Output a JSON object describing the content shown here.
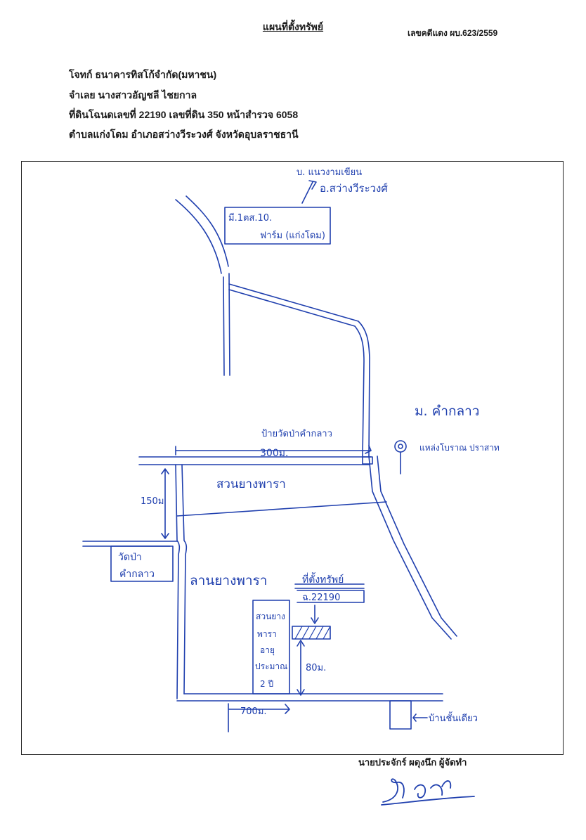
{
  "document": {
    "title": "แผนที่ตั้งทรัพย์",
    "case_number": "เลขคดีแดง ผบ.623/2559",
    "plaintiff": "โจทก์ ธนาคารทิสโก้จำกัด(มหาชน)",
    "defendant": "จำเลย  นางสาวอัญชลี ไชยกาล",
    "land": "ที่ดินโฉนดเลขที่ 22190 เลขที่ดิน 350 หน้าสำรวจ 6058",
    "location": "ตำบลแก่งโดม  อำเภอสว่างวีระวงศ์ จังหวัดอุบลราชธานี",
    "maker": "นายประจักร์ ผดุงนึก ผู้จัดทำ"
  },
  "map": {
    "north_village_line1": "บ. แนวงามเขียน",
    "north_village_line2": "อ.สว่างวีระวงศ์",
    "farm_line1": "มี.1ตส.10.",
    "farm_line2": "ฟาร์ม (แก่งโดม)",
    "village_label": "ม. คำกลาว",
    "temple_sign": "ป้ายวัดป่าคำกลาว",
    "distance_top": "300ม.",
    "ancient_site": "แหล่งโบราณ ปราสาท",
    "rubber_plantation": "สวนยางพารา",
    "distance_left": "150ม",
    "temple_line1": "วัดป่า",
    "temple_line2": "คำกลาว",
    "rubber_field": "ลานยางพารา",
    "property_label": "ที่ตั้งทรัพย์",
    "deed_label": "ฉ.22190",
    "parcel_text_1": "สวนยาง",
    "parcel_text_2": "พารา",
    "parcel_text_3": "อายุ",
    "parcel_text_4": "ประมาณ",
    "parcel_text_5": "2 ปี",
    "distance_right": "80ม.",
    "distance_bottom": "700ม.",
    "house_label": "บ้านชั้นเดียว",
    "ink_color": "#1f3fae"
  }
}
